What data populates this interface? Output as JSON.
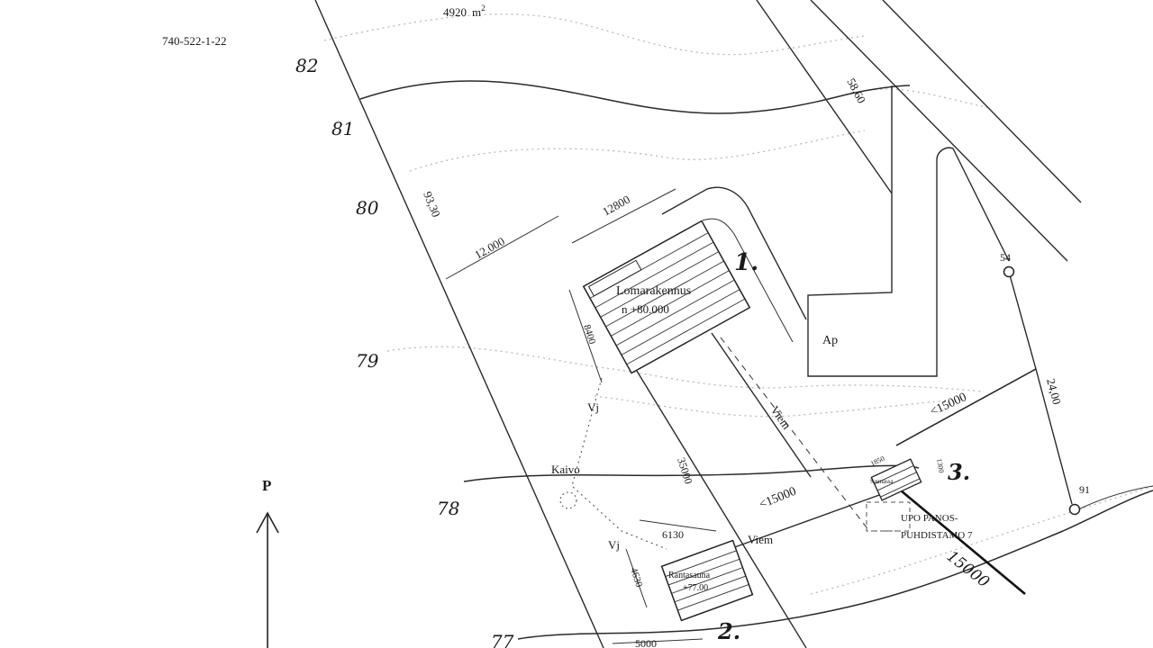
{
  "drawing": {
    "parcel_id": "740-522-1-22",
    "area_value": "4920",
    "area_unit": "m",
    "area_exponent": "2",
    "north_label": "P"
  },
  "contours": [
    "82",
    "81",
    "80",
    "79",
    "78",
    "77"
  ],
  "dimensions": {
    "left_boundary": "93,30",
    "road_edge": "58,60",
    "right_edge": "24,00",
    "setback": "12.000",
    "building1_width": "12800",
    "building1_depth": "8400",
    "building2_width": "6130",
    "building2_depth": "4630",
    "sauna_depth": "35000",
    "dist_upper": "<15000",
    "dist_lower": "<15000",
    "sauna_w": "1850",
    "sauna_h": "1300",
    "bottom_dim": "5000",
    "pipe_len": "15000"
  },
  "buildings": {
    "b1_name": "Lomarakennus",
    "b1_level": "n +80.000",
    "b1_number": "1.",
    "b2_name": "Rantasauna",
    "b2_level": "+77.00",
    "b2_number": "2.",
    "b3_name": "Saunassa",
    "b3_number": "3.",
    "parking": "Ap"
  },
  "labels": {
    "well": "Kaivo",
    "water1": "Vj",
    "water2": "Vj",
    "sewer1": "Viem",
    "sewer2": "Viem",
    "treatment_line1": "UPO PANOS-",
    "treatment_line2": "PUHDISTAMO 7"
  },
  "points": {
    "p54": "54",
    "p91": "91"
  }
}
